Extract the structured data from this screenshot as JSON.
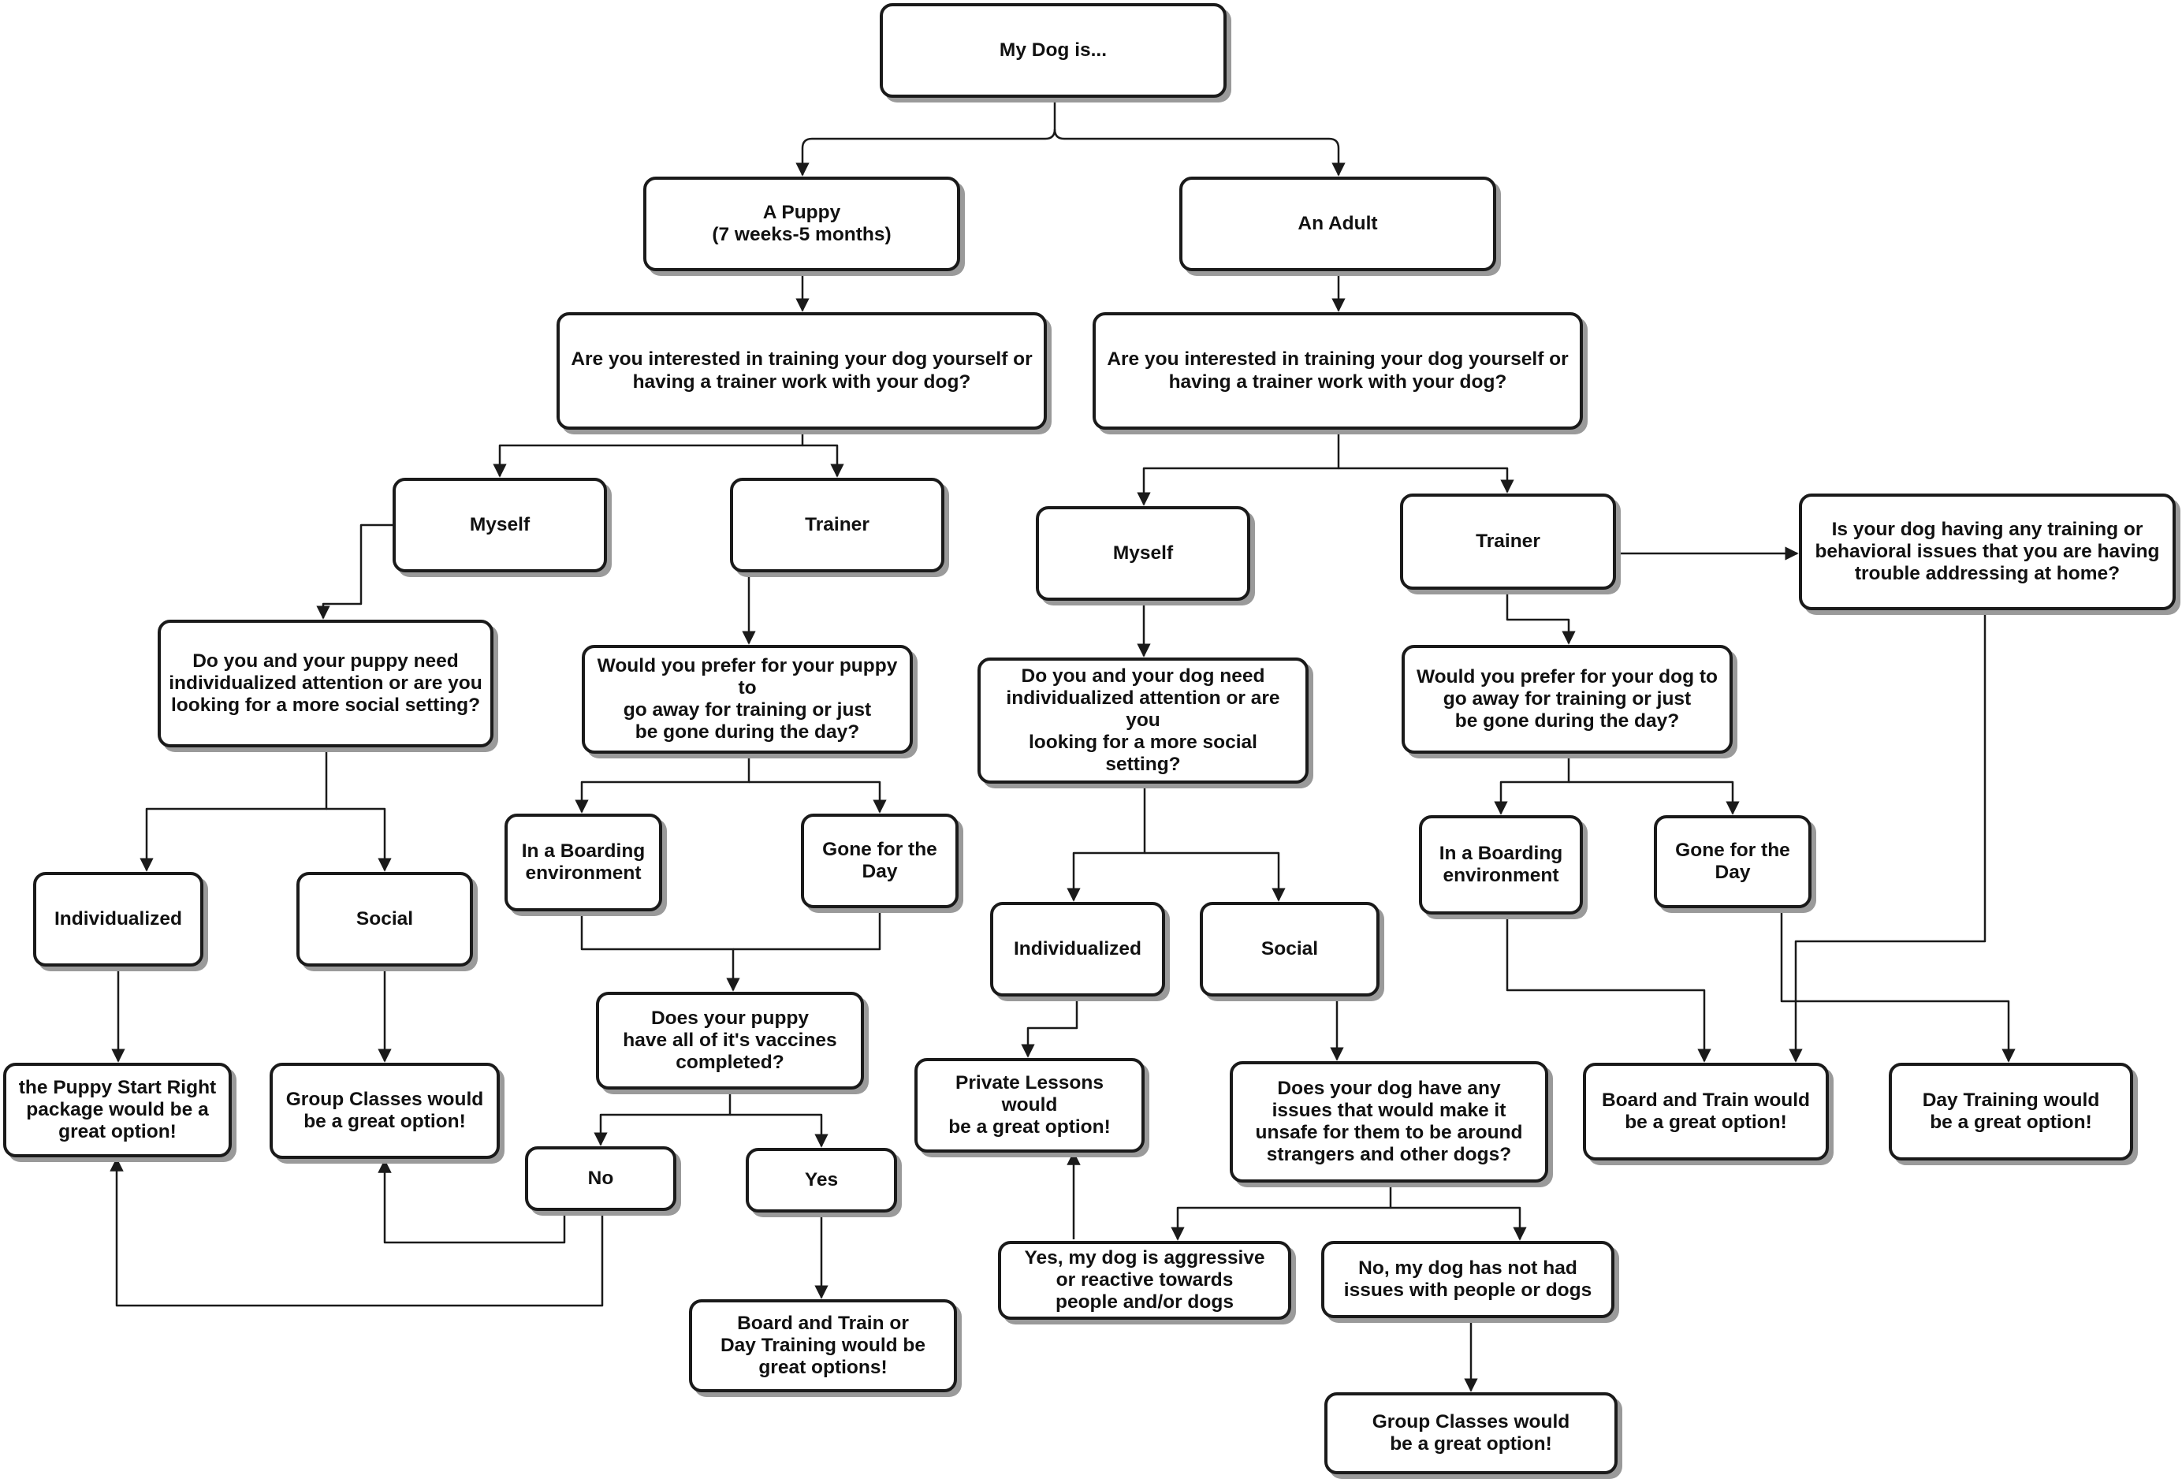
{
  "nodes": {
    "root": "My Dog is...",
    "puppy": "A Puppy\n(7 weeks-5 months)",
    "adult": "An Adult",
    "q_puppy_train": "Are you interested in training your dog yourself or\nhaving a trainer work with your dog?",
    "q_adult_train": "Are you interested in training your dog yourself or\nhaving a trainer work with your dog?",
    "p_myself": "Myself",
    "p_trainer": "Trainer",
    "a_myself": "Myself",
    "a_trainer": "Trainer",
    "a_issues_q": "Is your dog having any training or\nbehavioral issues that you are having\ntrouble addressing at home?",
    "p_attention_q": "Do you and your puppy need\nindividualized attention or are you\nlooking for a more social setting?",
    "p_away_q": "Would you prefer for your puppy to\ngo away for training or just\nbe gone during the day?",
    "a_attention_q": "Do you and your dog need\nindividualized attention or are you\nlooking for a more social setting?",
    "a_away_q": "Would you prefer for your dog to\ngo away for training or just\nbe gone during the day?",
    "p_boarding": "In a Boarding\nenvironment",
    "p_gone": "Gone for the Day",
    "a_boarding": "In a Boarding\nenvironment",
    "a_gone": "Gone for the Day",
    "p_indiv": "Individualized",
    "p_social": "Social",
    "a_indiv": "Individualized",
    "a_social": "Social",
    "p_vaccines_q": "Does your puppy\nhave all of it's vaccines\ncompleted?",
    "p_start_right": "the Puppy Start Right\npackage would be a\ngreat option!",
    "p_group": "Group Classes would\nbe a great option!",
    "p_no": "No",
    "p_yes": "Yes",
    "a_private": "Private Lessons would\nbe a great option!",
    "a_safety_q": "Does your dog have any\nissues that would make it\nunsafe for them to be around\nstrangers and other dogs?",
    "a_board_train": "Board and Train would\nbe a great option!",
    "a_day_training": "Day Training would\nbe a great option!",
    "p_board_day": "Board and Train or\nDay Training would be\ngreat options!",
    "a_yes_aggressive": "Yes, my dog is aggressive\nor reactive towards\npeople and/or dogs",
    "a_no_issues": "No, my dog has not had\nissues with people or dogs",
    "a_group": "Group Classes would\nbe a great option!"
  }
}
